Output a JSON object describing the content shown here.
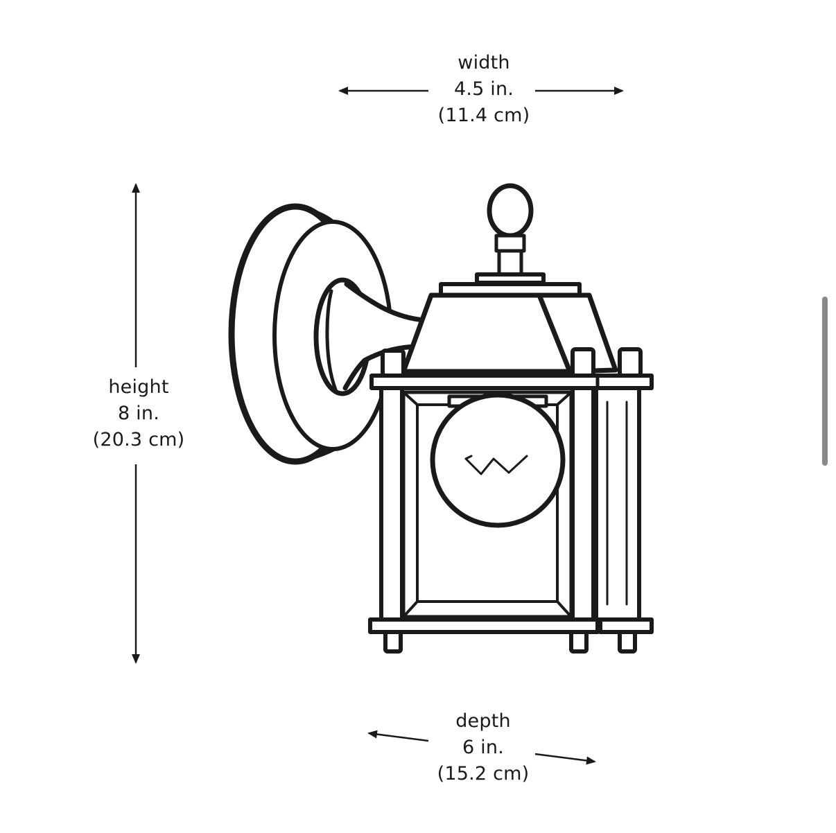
{
  "dimensions": {
    "width": {
      "label": "width",
      "imperial": "4.5 in.",
      "metric": "(11.4 cm)"
    },
    "height": {
      "label": "height",
      "imperial": "8 in.",
      "metric": "(20.3 cm)"
    },
    "depth": {
      "label": "depth",
      "imperial": "6 in.",
      "metric": "(15.2 cm)"
    }
  },
  "colors": {
    "ink": "#1a1a1a",
    "background": "#ffffff",
    "scrollbar": "#8a8a8a"
  }
}
